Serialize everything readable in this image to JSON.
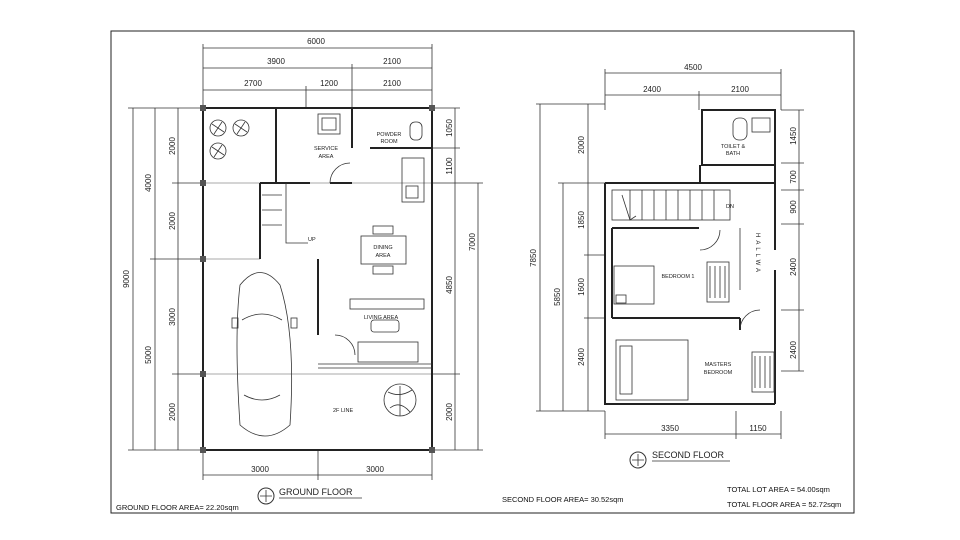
{
  "ground_floor": {
    "title": "GROUND FLOOR",
    "area_label": "GROUND FLOOR AREA= 22.20sqm",
    "top_dims": [
      "6000",
      "3900",
      "2100",
      "2700",
      "1200",
      "2100"
    ],
    "bottom_dims": [
      "3000",
      "3000"
    ],
    "left_dims": [
      "9000",
      "4000",
      "5000",
      "2000",
      "2000",
      "3000",
      "2000"
    ],
    "right_dims": [
      "1050",
      "1100",
      "4850",
      "7000",
      "2000"
    ],
    "rooms": {
      "service": [
        "SERVICE",
        "AREA"
      ],
      "powder": [
        "POWDER",
        "ROOM"
      ],
      "dining": [
        "DINING",
        "AREA"
      ],
      "living": "LIVING AREA",
      "up": "UP",
      "dnline": "2F LINE"
    }
  },
  "second_floor": {
    "title": "SECOND FLOOR",
    "area_label": "SECOND FLOOR AREA= 30.52sqm",
    "top_dims": [
      "4500",
      "2400",
      "2100"
    ],
    "bottom_dims": [
      "3350",
      "1150"
    ],
    "left_dims": [
      "7850",
      "5850",
      "2000",
      "1850",
      "1600",
      "2400"
    ],
    "right_dims": [
      "1450",
      "700",
      "900",
      "2400",
      "2400"
    ],
    "rooms": {
      "toilet": [
        "TOILET &",
        "BATH"
      ],
      "bedroom1": "BEDROOM 1",
      "masters": [
        "MASTERS",
        "BEDROOM"
      ],
      "hallway": "HALLWA",
      "dn": "DN"
    }
  },
  "totals": {
    "lot": "TOTAL LOT AREA = 54.00sqm",
    "floor": "TOTAL FLOOR AREA = 52.72sqm"
  }
}
